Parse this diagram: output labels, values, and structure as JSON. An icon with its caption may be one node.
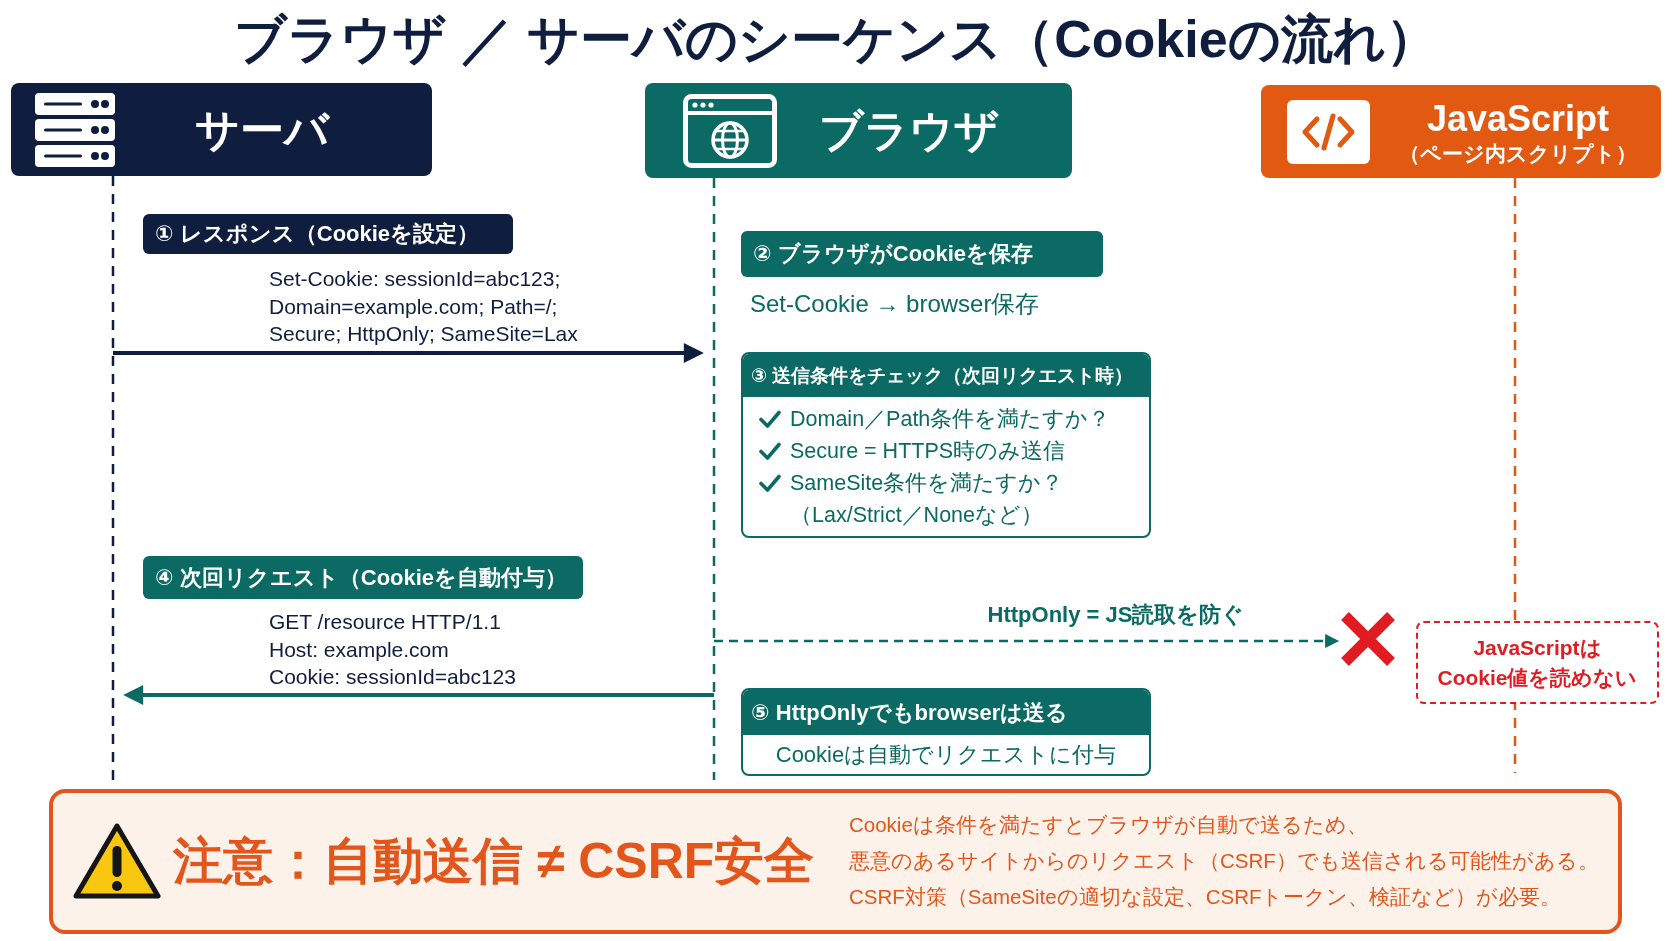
{
  "diagram": {
    "title": "ブラウザ ／ サーバのシーケンス（Cookieの流れ）",
    "nodes": [
      {
        "text": [
          "サーバ"
        ]
      },
      {
        "text": [
          "ブラウザ"
        ]
      },
      {
        "text": [
          "JavaScript",
          "（ページ内スクリプト）"
        ]
      },
      {
        "text": [
          "① レスポンス（Cookieを設定）"
        ]
      },
      {
        "text": [
          "② ブラウザがCookieを保存"
        ]
      },
      {
        "text": [
          "③ 送信条件をチェック（次回リクエスト時）",
          "Domain／Path条件を満たすか？",
          "Secure = HTTPS時のみ送信",
          "SameSite条件を満たすか？（Lax/Strict／Noneなど）"
        ]
      },
      {
        "text": [
          "④ 次回リクエスト（Cookieを自動付与）"
        ]
      },
      {
        "text": [],
        "shape": "cross"
      },
      {
        "text": [
          "JavaScriptはCookie値を読めない"
        ]
      },
      {
        "text": [
          "⑤ HttpOnlyでもbrowserは送る",
          "Cookieは自動でリクエストに付与"
        ]
      },
      {
        "text": [
          "注意：自動送信 ≠ CSRF安全",
          "Cookieは条件を満たすとブラウザが自動で送るため、悪意のあるサイトからのリクエスト（CSRF）でも送信される可能性がある。",
          "CSRF対策（SameSiteの適切な設定、CSRFトークン、検証など）が必要。"
        ]
      }
    ],
    "edges": [
      {
        "from": 0,
        "to": 1,
        "arrow": "to",
        "label": "Set-Cookie: sessionId=abc123; Domain=example.com; Path=/; Secure; HttpOnly; SameSite=Lax",
        "color": "#0f1d3f"
      },
      {
        "from": 1,
        "to": 7,
        "arrow": "to",
        "label": "HttpOnly = JS読取を防ぐ",
        "style": "dashed"
      },
      {
        "from": 1,
        "to": 0,
        "arrow": "to",
        "label": "GET /resource HTTP/1.1 Host: example.com Cookie: sessionId=abc123"
      }
    ],
    "labels": [
      "Set-Cookie → browser保存"
    ]
  }
}
